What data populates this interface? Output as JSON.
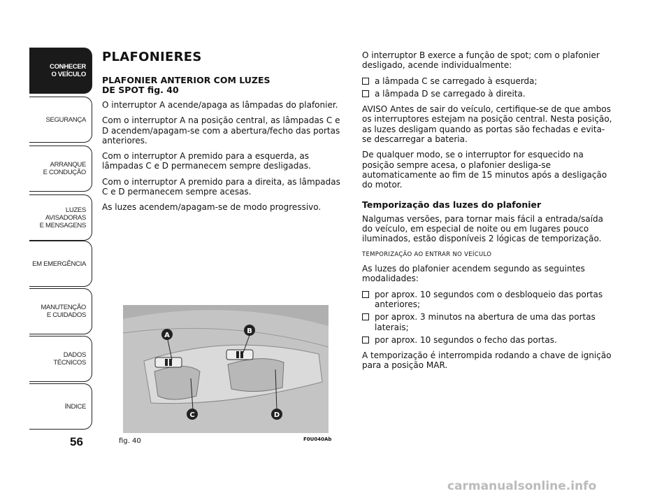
{
  "sidebar": {
    "tabs": [
      {
        "label": "CONHECER\nO VEÍCULO",
        "active": true
      },
      {
        "label": "SEGURANÇA"
      },
      {
        "label": "ARRANQUE\nE CONDUÇÃO"
      },
      {
        "label": "LUZES\nAVISADORAS\nE MENSAGENS"
      },
      {
        "label": "EM EMERGÊNCIA"
      },
      {
        "label": "MANUTENÇÃO\nE CUIDADOS"
      },
      {
        "label": "DADOS\nTÉCNICOS"
      },
      {
        "label": "ÍNDICE"
      }
    ]
  },
  "page_number": "56",
  "left": {
    "title": "PLAFONIERES",
    "subtitle_line1": "PLAFONIER ANTERIOR COM LUZES",
    "subtitle_line2": "DE SPOT fig. 40",
    "p1": "O interruptor A acende/apaga as lâmpadas do plafonier.",
    "p2": "Com o interruptor A na posição central, as lâmpadas C e D acendem/apagam-se com a abertura/fecho das portas anteriores.",
    "p3": "Com o interruptor A premido para a esquerda, as lâmpadas C e D permanecem sempre desligadas.",
    "p4": "Com o interruptor A premido para a direita, as lâmpadas C e D permanecem sempre acesas.",
    "p5": "As luzes acendem/apagam-se de modo progressivo."
  },
  "right": {
    "p1": "O interruptor B exerce a função de spot; com o plafonier desligado, acende individualmente:",
    "b1": "a lâmpada C se carregado à esquerda;",
    "b2": "a lâmpada D se carregado à direita.",
    "p2": "AVISO Antes de sair do veículo, certifique-se de que ambos os interruptores estejam na posição central. Nesta posição, as luzes desligam quando as portas são fechadas e evita-se descarregar a bateria.",
    "p3": "De qualquer modo, se o interruptor for esquecido na posição sempre acesa, o plafonier desliga-se automaticamente ao fim de 15 minutos após a desligação do motor.",
    "h": "Temporização das luzes do plafonier",
    "p4": "Nalgumas versões, para tornar mais fácil a entrada/saída do veículo, em especial de noite ou em lugares pouco iluminados, estão disponíveis 2 lógicas de temporização.",
    "caps": "TEMPORIZAÇÃO AO ENTRAR NO VEÍCULO",
    "p5": "As luzes do plafonier acendem segundo as seguintes modalidades:",
    "b3": "por aprox. 10 segundos com o desbloqueio das portas anteriores;",
    "b4": "por aprox. 3 minutos na abertura de uma das portas laterais;",
    "b5": "por aprox. 10 segundos o fecho das portas.",
    "p6": "A temporização é interrompida rodando a chave de ignição para a posição MAR."
  },
  "figure": {
    "caption": "fig. 40",
    "code": "F0U040Ab",
    "labels": {
      "a": "A",
      "b": "B",
      "c": "C",
      "d": "D"
    }
  },
  "watermark": "carmanualsonline.info"
}
